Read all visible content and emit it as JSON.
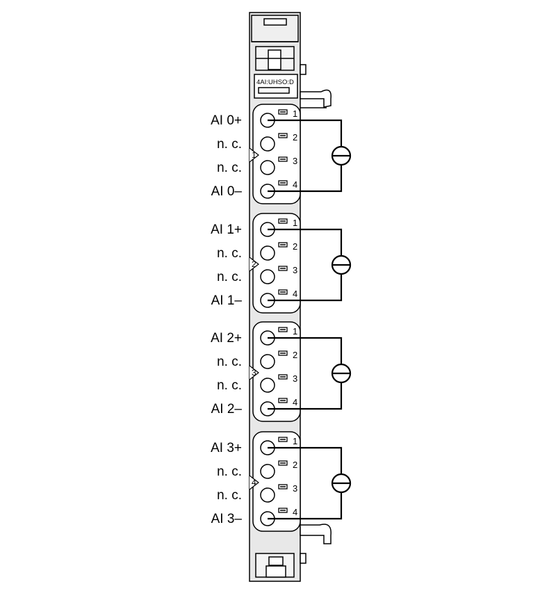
{
  "module": {
    "part_number": "4AI:UHSO:D",
    "colors": {
      "body": "#e8e8e8",
      "line": "#000000"
    }
  },
  "groups": [
    {
      "number": "1",
      "labels": [
        "AI 0+",
        "n. c.",
        "n. c.",
        "AI 0–"
      ],
      "pins": [
        "1",
        "2",
        "3",
        "4"
      ]
    },
    {
      "number": "2",
      "labels": [
        "AI 1+",
        "n. c.",
        "n. c.",
        "AI 1–"
      ],
      "pins": [
        "1",
        "2",
        "3",
        "4"
      ]
    },
    {
      "number": "3",
      "labels": [
        "AI 2+",
        "n. c.",
        "n. c.",
        "AI 2–"
      ],
      "pins": [
        "1",
        "2",
        "3",
        "4"
      ]
    },
    {
      "number": "4",
      "labels": [
        "AI 3+",
        "n. c.",
        "n. c.",
        "AI 3–"
      ],
      "pins": [
        "1",
        "2",
        "3",
        "4"
      ]
    }
  ],
  "source_symbol": "current-source-icon"
}
